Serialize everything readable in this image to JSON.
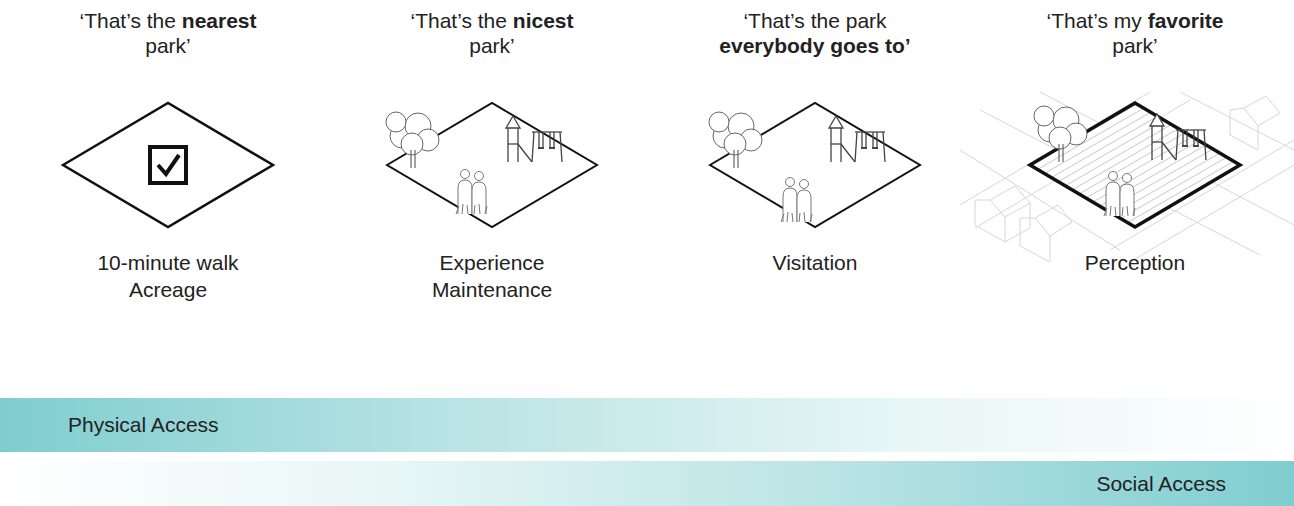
{
  "diagram": {
    "nodes": [
      {
        "text": [
          "Physical Access"
        ]
      },
      {
        "text": [
          "Social Access"
        ]
      }
    ],
    "labels": [
      "‘That’s the nearest park’",
      "‘That’s the nicest park’",
      "‘That’s the park everybody goes to’",
      "‘That’s my favorite park’",
      "10-minute walk",
      "Acreage",
      "Experience",
      "Maintenance",
      "Visitation",
      "Perception"
    ]
  }
}
